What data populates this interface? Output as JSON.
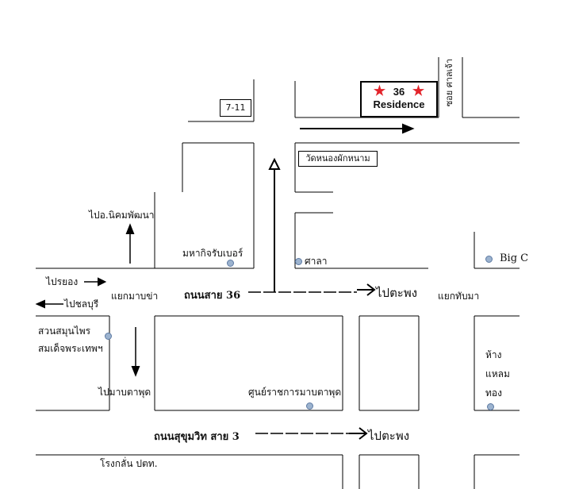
{
  "landmarks": {
    "seven_eleven": "7-11",
    "residence_number": "36",
    "residence_name": "Residence",
    "temple": "วัดหนองผักหนาม",
    "big_c": "Big C",
    "supermarket": "มหากิจรับเบอร์",
    "pavilion": "ศาลา",
    "maptaphut_center": "ศูนย์ราชการมาบตาพุด",
    "refinery": "โรงกลั่น ปตท.",
    "park_line1": "สวนสมุนไพร",
    "park_line2": "สมเด็จพระเทพฯ",
    "mall_line1": "ห้าง",
    "mall_line2": "แหลม",
    "mall_line3": "ทอง"
  },
  "roads": {
    "soi_vertical": "ซอย ศาลเจ้า",
    "road_36": "ถนนสาย 36",
    "road_sukhumvit": "ถนนสุขุมวิท สาย 3"
  },
  "directions": {
    "to_nikhom": "ไปอ.นิคมพัฒนา",
    "to_rayong": "ไปรยอง",
    "to_chonburi": "ไปชลบุรี",
    "to_maptaphut": "ไปมาบตาพุด",
    "to_taphong_36": "ไปตะพง",
    "to_taphong_3": "ไปตะพง"
  },
  "intersections": {
    "maekha": "แยกมาบข่า",
    "thapma": "แยกทับมา"
  },
  "colors": {
    "star": "#e3242b",
    "pin": "#9cb3cf"
  },
  "icons": {
    "residence_marker": "star-icon",
    "place_marker": "pin-icon"
  }
}
